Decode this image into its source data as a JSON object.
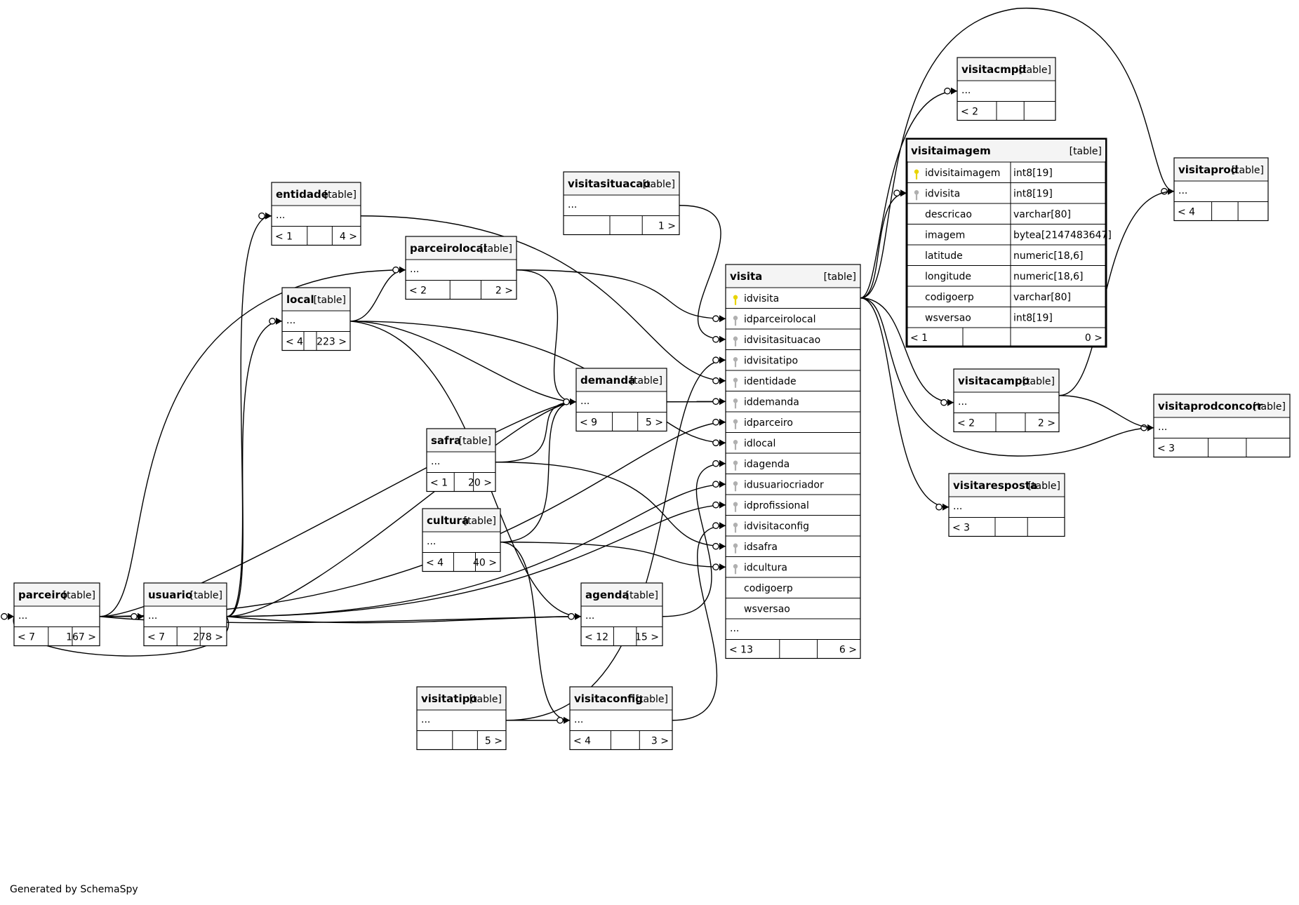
{
  "footer": "Generated by SchemaSpy",
  "kind_label": "[table]",
  "colors": {
    "primary_key": "#e8d400",
    "foreign_key": "#b0b0b0",
    "header": "#f4f4f4"
  },
  "tables": [
    {
      "id": "visitacmpd",
      "name": "visitacmpd",
      "ellipsis": "...",
      "footer": [
        "< 2",
        "",
        ""
      ]
    },
    {
      "id": "visitaimagem",
      "name": "visitaimagem",
      "focus": true,
      "columns": [
        {
          "name": "idvisitaimagem",
          "type": "int8[19]",
          "key": "pk"
        },
        {
          "name": "idvisita",
          "type": "int8[19]",
          "key": "fk"
        },
        {
          "name": "descricao",
          "type": "varchar[80]"
        },
        {
          "name": "imagem",
          "type": "bytea[2147483647]"
        },
        {
          "name": "latitude",
          "type": "numeric[18,6]"
        },
        {
          "name": "longitude",
          "type": "numeric[18,6]"
        },
        {
          "name": "codigoerp",
          "type": "varchar[80]"
        },
        {
          "name": "wsversao",
          "type": "int8[19]"
        }
      ],
      "footer": [
        "< 1",
        "",
        "0 >"
      ]
    },
    {
      "id": "visitaprod",
      "name": "visitaprod",
      "ellipsis": "...",
      "footer": [
        "< 4",
        "",
        ""
      ]
    },
    {
      "id": "entidade",
      "name": "entidade",
      "ellipsis": "...",
      "footer": [
        "< 1",
        "",
        "4 >"
      ]
    },
    {
      "id": "visitasituacao",
      "name": "visitasituacao",
      "ellipsis": "...",
      "footer": [
        "",
        "",
        "1 >"
      ]
    },
    {
      "id": "parceirolocal",
      "name": "parceirolocal",
      "ellipsis": "...",
      "footer": [
        "< 2",
        "",
        "2 >"
      ]
    },
    {
      "id": "local",
      "name": "local",
      "ellipsis": "...",
      "footer": [
        "< 4",
        "",
        "223 >"
      ]
    },
    {
      "id": "visita",
      "name": "visita",
      "columns": [
        {
          "name": "idvisita",
          "key": "pk"
        },
        {
          "name": "idparceirolocal",
          "key": "fk"
        },
        {
          "name": "idvisitasituacao",
          "key": "fk"
        },
        {
          "name": "idvisitatipo",
          "key": "fk"
        },
        {
          "name": "identidade",
          "key": "fk"
        },
        {
          "name": "iddemanda",
          "key": "fk"
        },
        {
          "name": "idparceiro",
          "key": "fk"
        },
        {
          "name": "idlocal",
          "key": "fk"
        },
        {
          "name": "idagenda",
          "key": "fk"
        },
        {
          "name": "idusuariocriador",
          "key": "fk"
        },
        {
          "name": "idprofissional",
          "key": "fk"
        },
        {
          "name": "idvisitaconfig",
          "key": "fk"
        },
        {
          "name": "idsafra",
          "key": "fk"
        },
        {
          "name": "idcultura",
          "key": "fk"
        },
        {
          "name": "codigoerp"
        },
        {
          "name": "wsversao"
        }
      ],
      "ellipsis": "...",
      "footer": [
        "< 13",
        "",
        "6 >"
      ]
    },
    {
      "id": "demanda",
      "name": "demanda",
      "ellipsis": "...",
      "footer": [
        "< 9",
        "",
        "5 >"
      ]
    },
    {
      "id": "visitacampo",
      "name": "visitacampo",
      "ellipsis": "...",
      "footer": [
        "< 2",
        "",
        "2 >"
      ]
    },
    {
      "id": "visitaprodconcorr",
      "name": "visitaprodconcorr",
      "ellipsis": "...",
      "footer": [
        "< 3",
        "",
        ""
      ]
    },
    {
      "id": "safra",
      "name": "safra",
      "ellipsis": "...",
      "footer": [
        "< 1",
        "",
        "20 >"
      ]
    },
    {
      "id": "visitaresposta",
      "name": "visitaresposta",
      "ellipsis": "...",
      "footer": [
        "< 3",
        "",
        ""
      ]
    },
    {
      "id": "cultura",
      "name": "cultura",
      "ellipsis": "...",
      "footer": [
        "< 4",
        "",
        "40 >"
      ]
    },
    {
      "id": "parceiro",
      "name": "parceiro",
      "ellipsis": "...",
      "footer": [
        "< 7",
        "",
        "167 >"
      ]
    },
    {
      "id": "usuario",
      "name": "usuario",
      "ellipsis": "...",
      "footer": [
        "< 7",
        "",
        "278 >"
      ]
    },
    {
      "id": "agenda",
      "name": "agenda",
      "ellipsis": "...",
      "footer": [
        "< 12",
        "",
        "15 >"
      ]
    },
    {
      "id": "visitatipo",
      "name": "visitatipo",
      "ellipsis": "...",
      "footer": [
        "",
        "",
        "5 >"
      ]
    },
    {
      "id": "visitaconfig",
      "name": "visitaconfig",
      "ellipsis": "...",
      "footer": [
        "< 4",
        "",
        "3 >"
      ]
    }
  ]
}
